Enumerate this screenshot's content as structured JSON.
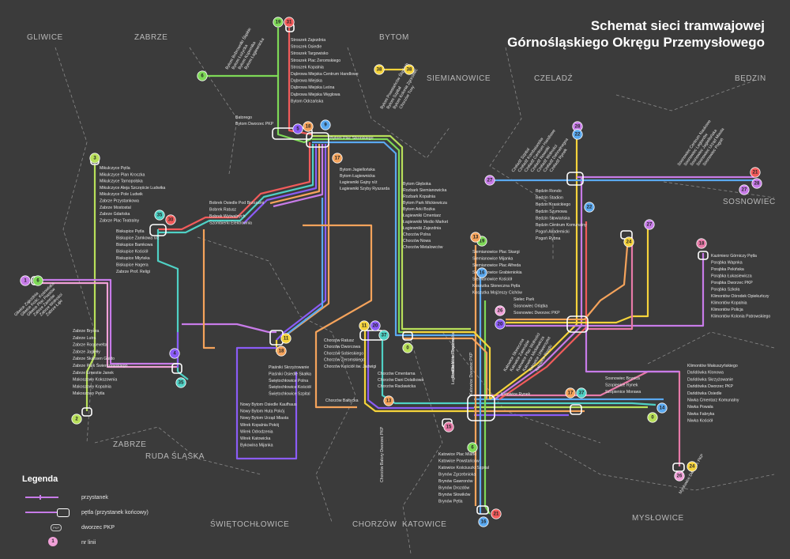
{
  "title": {
    "line1": "Schemat sieci tramwajowej",
    "line2": "Górnośląskiego Okręgu Przemysłowego"
  },
  "cities": {
    "gliwice": "GLIWICE",
    "zabrze_top": "ZABRZE",
    "bytom": "BYTOM",
    "siemianowice": "SIEMIANOWICE",
    "czeladz": "CZELADŹ",
    "bedzin": "BĘDZIN",
    "sosnowiec": "SOSNOWIEC",
    "zabrze_bottom": "ZABRZE",
    "ruda": "RUDA ŚLĄSKA",
    "swietochlowice": "ŚWIĘTOCHŁOWICE",
    "chorzow": "CHORZÓW",
    "katowice": "KATOWICE",
    "myslowice": "MYSŁOWICE"
  },
  "legend": {
    "heading": "Legenda",
    "stop": "przystanek",
    "terminus": "pętla (przystanek końcowy)",
    "pkp": "dworzec PKP",
    "line_no": "nr linii",
    "pkp_symbol": "PKP",
    "line_sample": "1"
  },
  "colors": {
    "bg": "#3b3b3b",
    "green": "#7ed957",
    "teal": "#4fd1c5",
    "blue": "#5aa9f0",
    "purple": "#8b5cf6",
    "pink": "#f0a0d8",
    "orange": "#f5a35b",
    "red": "#f25b5b",
    "yellow": "#f5d33b",
    "lime": "#b8e05a",
    "mauve": "#c77be8",
    "rose": "#e77aa8"
  },
  "badges": [
    {
      "n": "19",
      "c": "#7ed957"
    },
    {
      "n": "31",
      "c": "#f25b5b"
    },
    {
      "n": "6",
      "c": "#7ed957"
    },
    {
      "n": "38",
      "c": "#f5d33b"
    },
    {
      "n": "38",
      "c": "#f5d33b"
    },
    {
      "n": "5",
      "c": "#8b5cf6"
    },
    {
      "n": "18",
      "c": "#f5a35b"
    },
    {
      "n": "9",
      "c": "#5aa9f0"
    },
    {
      "n": "3",
      "c": "#b8e05a"
    },
    {
      "n": "17",
      "c": "#f5a35b"
    },
    {
      "n": "35",
      "c": "#4fd1c5"
    },
    {
      "n": "30",
      "c": "#f25b5b"
    },
    {
      "n": "1",
      "c": "#c77be8"
    },
    {
      "n": "6",
      "c": "#7ed957"
    },
    {
      "n": "4",
      "c": "#8b5cf6"
    },
    {
      "n": "35",
      "c": "#4fd1c5"
    },
    {
      "n": "11",
      "c": "#f5d33b"
    },
    {
      "n": "18",
      "c": "#f5a35b"
    },
    {
      "n": "2",
      "c": "#b8e05a"
    },
    {
      "n": "11",
      "c": "#f5d33b"
    },
    {
      "n": "20",
      "c": "#8b5cf6"
    },
    {
      "n": "37",
      "c": "#4fd1c5"
    },
    {
      "n": "0",
      "c": "#b8e05a"
    },
    {
      "n": "13",
      "c": "#f5a35b"
    },
    {
      "n": "15",
      "c": "#e77aa8"
    },
    {
      "n": "6",
      "c": "#7ed957"
    },
    {
      "n": "16",
      "c": "#5aa9f0"
    },
    {
      "n": "19",
      "c": "#7ed957"
    },
    {
      "n": "13",
      "c": "#f5a35b"
    },
    {
      "n": "16",
      "c": "#5aa9f0"
    },
    {
      "n": "21",
      "c": "#f25b5b"
    },
    {
      "n": "26",
      "c": "#f0a0d8"
    },
    {
      "n": "20",
      "c": "#8b5cf6"
    },
    {
      "n": "17",
      "c": "#f5a35b"
    },
    {
      "n": "37",
      "c": "#4fd1c5"
    },
    {
      "n": "0",
      "c": "#b8e05a"
    },
    {
      "n": "14",
      "c": "#5aa9f0"
    },
    {
      "n": "26",
      "c": "#f0a0d8"
    },
    {
      "n": "24",
      "c": "#f5d33b"
    },
    {
      "n": "28",
      "c": "#c77be8"
    },
    {
      "n": "22",
      "c": "#5aa9f0"
    },
    {
      "n": "27",
      "c": "#c77be8"
    },
    {
      "n": "22",
      "c": "#5aa9f0"
    },
    {
      "n": "28",
      "c": "#c77be8"
    },
    {
      "n": "21",
      "c": "#f25b5b"
    },
    {
      "n": "27",
      "c": "#c77be8"
    },
    {
      "n": "18",
      "c": "#e77aa8"
    },
    {
      "n": "24",
      "c": "#f5d33b"
    },
    {
      "n": "27",
      "c": "#c77be8"
    }
  ],
  "stops": {
    "bytom_north": [
      "Stroszek Zajezdnia",
      "Stroszek Osiedle",
      "Stroszek Targowisko",
      "Stroszek Plac Żeromskiego",
      "Stroszek Kopalnia",
      "Dąbrowa Miejska Centrum Handlowe",
      "Dąbrowa Miejska",
      "Dąbrowa Miejska Leśna",
      "Dąbrowa Miejska Węglowa",
      "Bytom Odrzańska"
    ],
    "bytom_pkp": [
      "Batorego",
      "Bytom Dworzec PKP"
    ],
    "bytom_sikorski": "Bytom Plac Sikorskiego",
    "bytom_east": [
      "Bytom Jagiellońska",
      "Bytom Łagiewnicka",
      "Łagiewniki Gajny n/ż",
      "Łagiewniki Szyby Ryszarda"
    ],
    "bytom_south": [
      "Bytom Głęboka",
      "Rozbark Siemianowicka",
      "Rozbark Kopalnia",
      "Bytom Park Mickiewicza",
      "Bytom Arki Bożka",
      "Łagiewniki Cmentarz",
      "Łagiewniki Medio Market",
      "Łagiewniki Zajezdnia",
      "Chorzów Polna",
      "Chorzów Nowa",
      "Chorzów Metalowców"
    ],
    "mikulczyce": [
      "Mikulczyce Pętla",
      "Mikulczyce Plan Kroczka",
      "Mikulczyce Tarnopolska",
      "Mikulczyce Aleja Szczęście Ludwika",
      "Mikulczyce Pole Ludwik",
      "Zabrze Przystankowa",
      "Zabrze Mostostal",
      "Zabrze Gdańska",
      "Zabrze Plac Teatralny"
    ],
    "biskupice": [
      "Biskupice Pętla",
      "Biskupice Zamkowa n/ż",
      "Biskupice Bamkowa",
      "Biskupice Kościół",
      "Biskupice Młyńska",
      "Biskupice Hagera",
      "Zabrze Prof. Religi"
    ],
    "bobrek": [
      "Bobrek Osiedle Pod Brzozami",
      "Bobrek Ratusz",
      "Bobrek Wytwalnych",
      "Szombierki Elektrownia"
    ],
    "chorzow_north": [
      "Chorzów Ratusz",
      "Chorzów Dworcowa",
      "Chorzów Sobieskiego",
      "Chorzów Żeromskiego",
      "Chorzów Kościół św. Jadwigi"
    ],
    "piasniki": [
      "Piaśniki Skrzyżowanie",
      "Piaśniki Osiedle Skałka",
      "Świętochłowice Polna",
      "Świętochłowice Kościół",
      "Świętochłowice Szpital"
    ],
    "nowy_bytom": [
      "Nowy Bytom Osiedle Kaufhaus",
      "Nowy Bytom Huta Pokój",
      "Nowy Bytom Urząd Miasta",
      "Wirek Kopalnia Pokój",
      "Wirek Odrodzenia",
      "Wirek Katowicka",
      "Bykowina Mijanka"
    ],
    "chorzow_cm": [
      "Chorzów Cmentarna",
      "Chorzów Dani Dolatkowa",
      "Chorzów Racławicka"
    ],
    "chorzow_baltycka": "Chorzów Bałtycka",
    "chorzow_rzeczna": [
      "Chorzów Rzeczna",
      "Rzeczna",
      "Łagiewniki Metro Trędowska"
    ],
    "zabrze_south": [
      "Zabrze Brysza",
      "Zabrze Lutra",
      "Zabrze Roosevelta",
      "Zabrze Jagiełły",
      "Zabrze Skansen Guido",
      "Zabrze Park Świerczewskiego",
      "Zabrze Ernestie Janek",
      "Makoszowy Kokszownia",
      "Makoszowy Kopalnia",
      "Makoszowy Pętla"
    ],
    "siemianowice": [
      "Siemianowice Plac Skargi",
      "Siemianowice Mijanka",
      "Siemianowice Plac Alfreda",
      "Siemianowice Grabieniokia",
      "Siemianowice Kościół",
      "Koszutka Słoneczna Pętla",
      "Koszutka Mojżeszy Cichów"
    ],
    "bedzin": [
      "Będzin Rondo",
      "Będzin Stadion",
      "Będzin Krasickiego",
      "Będzin Szymowa",
      "Będzin Słowiańska",
      "Będzin Centrum Komunalny",
      "Pogoń Akademicki",
      "Pogoń Rybna"
    ],
    "sosnowiec_pkp": [
      "Sielec Park",
      "Sosnowiec Orlątka",
      "Sosnowiec Dworzec PKP"
    ],
    "kazimierz": [
      "Kazimierz Górniczy Pętla",
      "Porąbka Wapnka",
      "Porąbka Pekińska",
      "Porąbka Łukasiewicza",
      "Porąbka Dworzec PKP",
      "Porąbka Szkoła",
      "Klimontów Ośrodek Opiekuńczy",
      "Klimontów Kopalnia",
      "Klimontów Policja",
      "Klimontów Kolonia Patrowskiego"
    ],
    "dandowka": [
      "Klimontów Makuszyńskiego",
      "Dańdówka Klonowa",
      "Dańdówka Skrzyżowanie",
      "Dańdówka Dworzec PKP",
      "Dańdówka Osiedle",
      "Niwka Cmentarz Komunalny",
      "Niwka Powała",
      "Niwka Fabryka",
      "Niwka Kościół"
    ],
    "bryynica": [
      "Sosnowiec Brynica",
      "Szopienice Rynek",
      "Szopienice Morawa"
    ],
    "katowice_rynek": "Katowice Rynek",
    "katowice_south": [
      "Katowice Plac Miarki",
      "Katowice Powstańców",
      "Katowice Kościuszki Szpital",
      "Brynów Zgrzebnioka",
      "Brynów Gawronów",
      "Brynów Drozdów",
      "Brynów Słowików",
      "Brynów Pętla"
    ],
    "katowice_pkp": "Katowice Dworzec PKP",
    "chorzow_batory": "Chorzów Batory Dworzec PKP",
    "myslowice_pkp": "Mysłowice Dworzec PKP",
    "gliwice": [
      "Gliwice Zajezdnia",
      "Gliwice Kośc. Kośnielaka",
      "Gliwice Plac Piastów",
      "Zabrze Zamrów",
      "Zabrze Wolności",
      "Zabrze Łąki"
    ],
    "left_diag": [
      "Bytom Bobrowniki Śląskie",
      "Bytom Łużycka",
      "Bytom Kopernika",
      "Bytom Łagiewnicka"
    ],
    "top_diag": [
      "Bytom Powstańców Śląskich",
      "Bytom Szpital",
      "Bytom Kolonia Zgorzelec",
      "Chorzów Tuvy"
    ],
    "czeladz_diag": [
      "Czeladź Szpital",
      "Czeladź Kombatantów",
      "Czeladź Centrum Handlowe",
      "Czeladź Nowotki",
      "Czeladź Wolności",
      "Czeladź Dehnelnegoa",
      "Czeladź Rynek"
    ],
    "sosnowiec_diag": [
      "Sosnowiec Centrum Naukowe",
      "Sosnowiec Legionów",
      "Sosnowiec Jagiellońska",
      "Sosnowiec Urząd Miasta",
      "Sosnowiec Pogoń"
    ],
    "katowice_diag": [
      "Katowice Słoneczna",
      "Katowice Zawodzie",
      "Katowice Plac Wolności",
      "Katowice Mickiewicza",
      "Katowice Uniwersytet",
      "Katowice Rondo"
    ]
  }
}
